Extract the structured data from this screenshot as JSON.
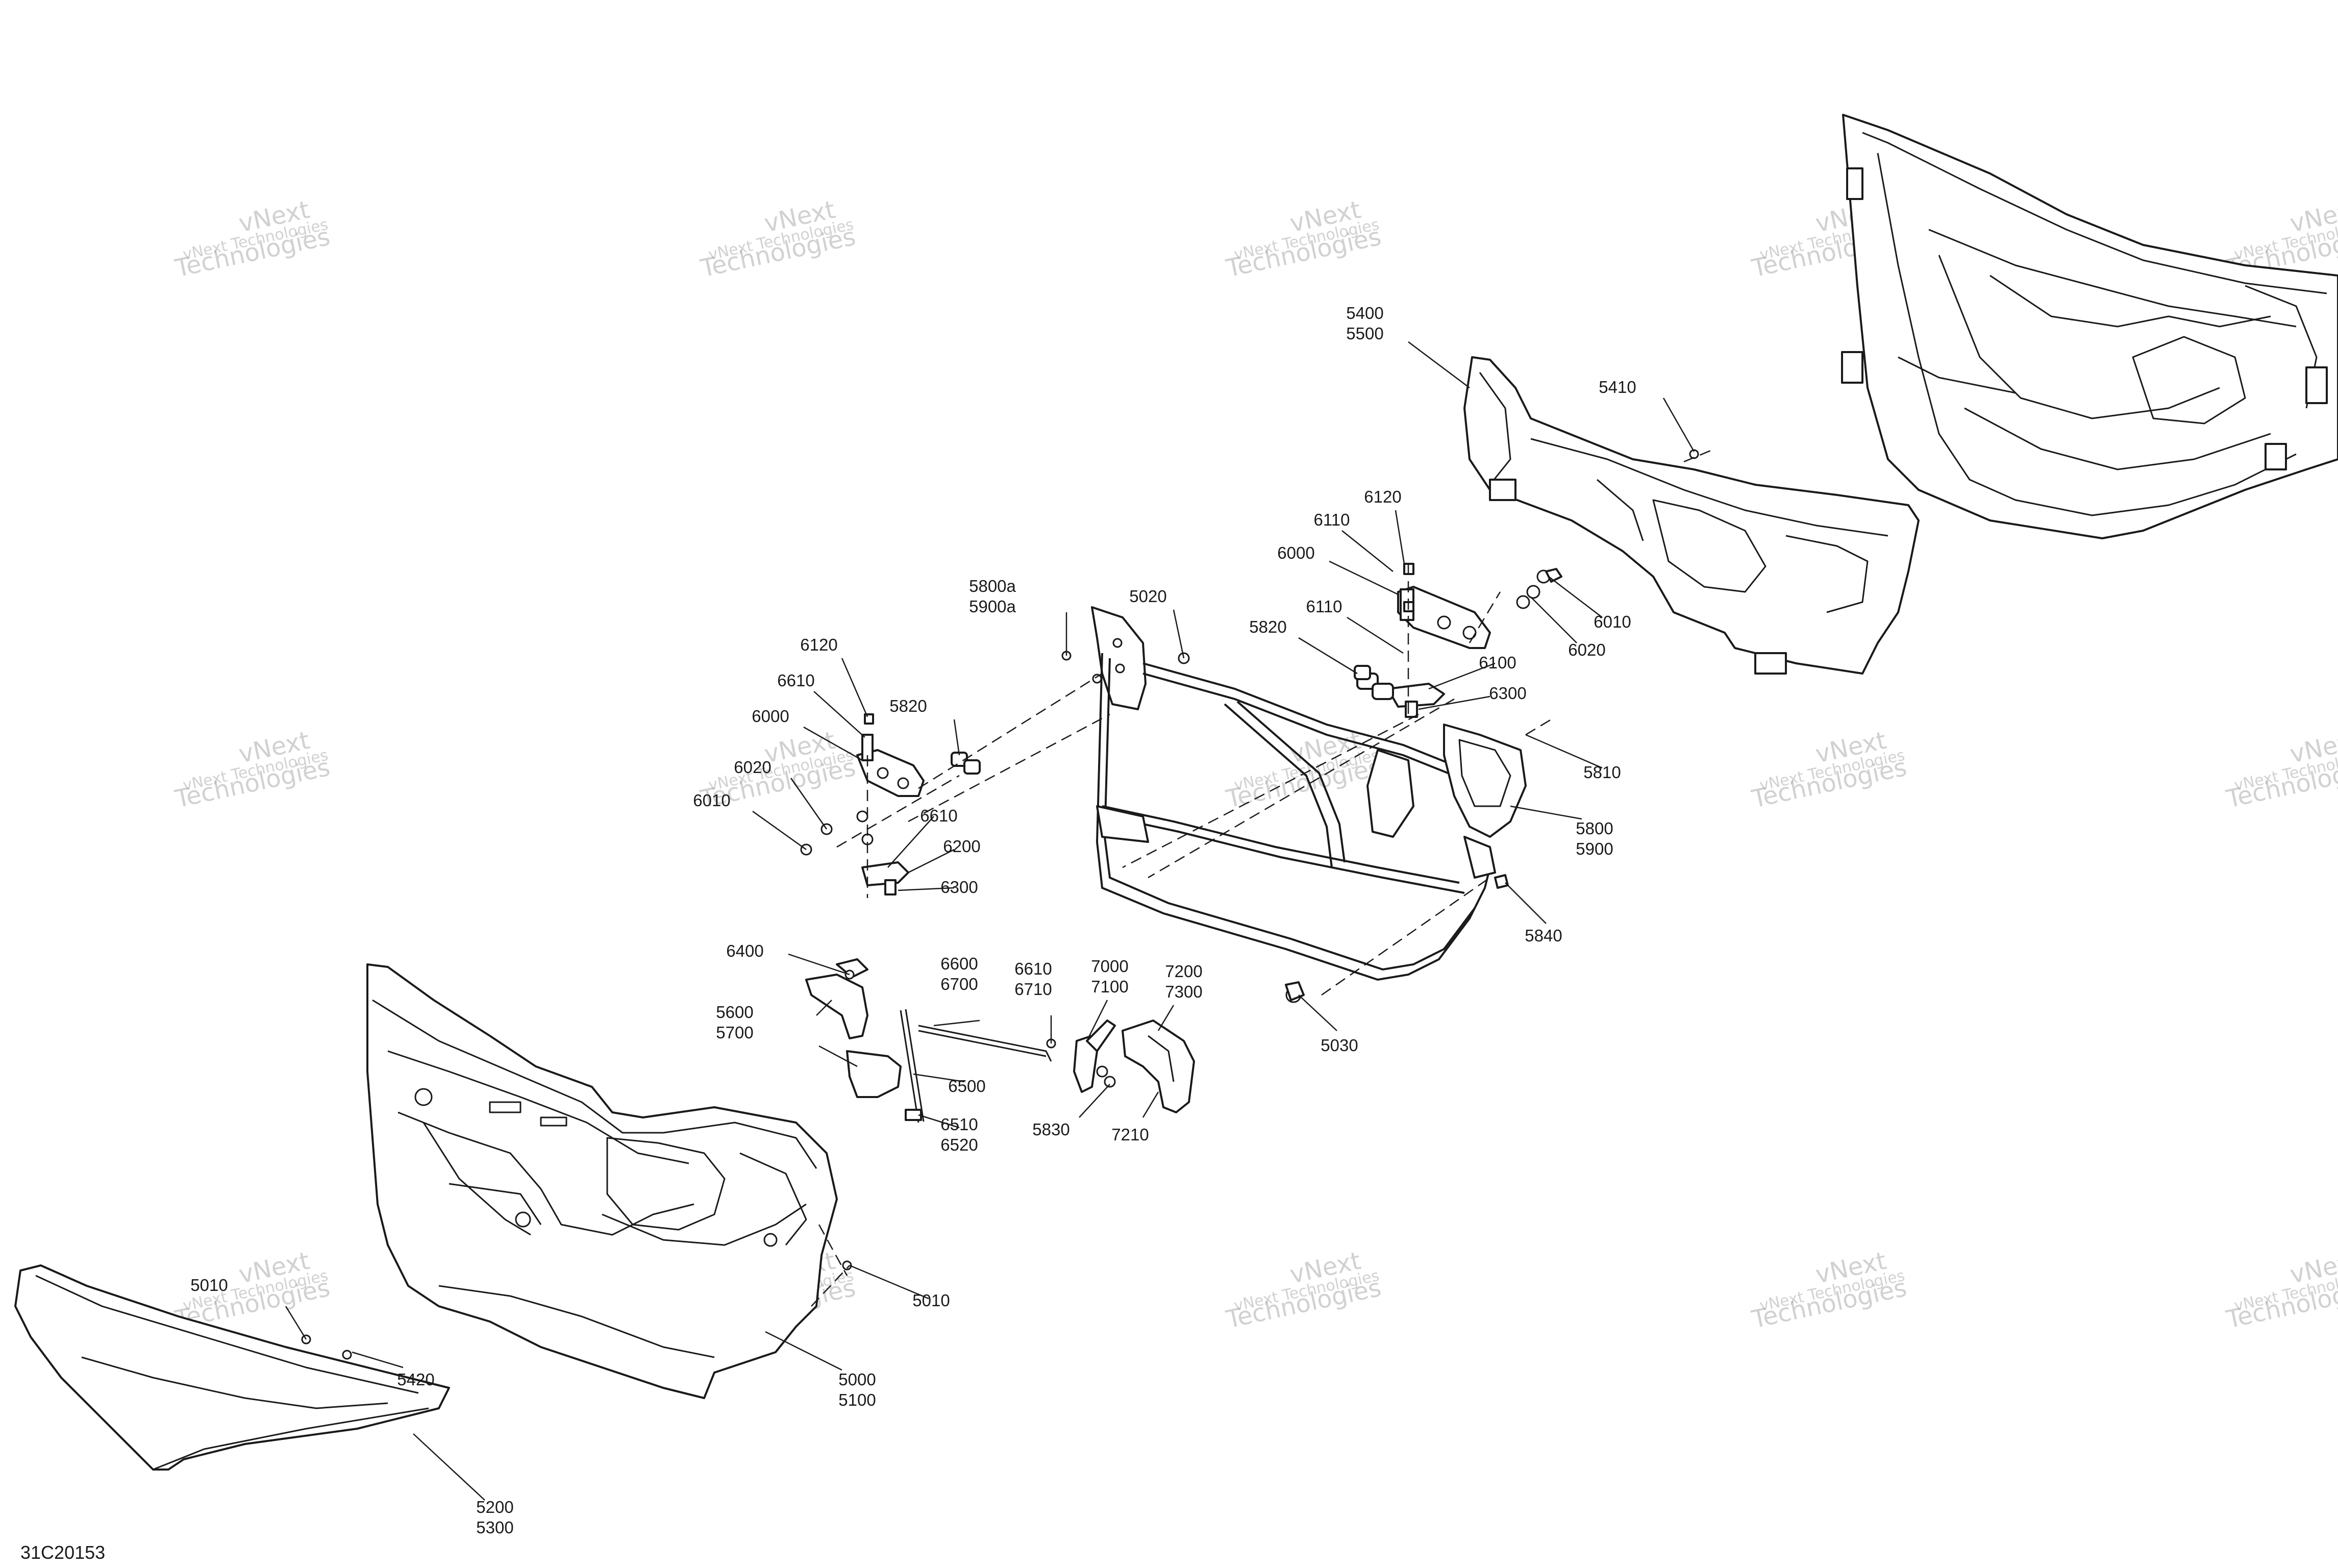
{
  "document": {
    "id": "31C20153"
  },
  "watermark": {
    "line1": "vNext Technologies",
    "line2": "vNext\nTechnologies"
  },
  "callouts": [
    {
      "key": "5400_5500",
      "lines": [
        "5400",
        "5500"
      ]
    },
    {
      "key": "5410",
      "lines": [
        "5410"
      ]
    },
    {
      "key": "6120_r",
      "lines": [
        "6120"
      ]
    },
    {
      "key": "6110_r1",
      "lines": [
        "6110"
      ]
    },
    {
      "key": "6000_r",
      "lines": [
        "6000"
      ]
    },
    {
      "key": "6010_r",
      "lines": [
        "6010"
      ]
    },
    {
      "key": "6020_r",
      "lines": [
        "6020"
      ]
    },
    {
      "key": "6110_r2",
      "lines": [
        "6110"
      ]
    },
    {
      "key": "5820_r",
      "lines": [
        "5820"
      ]
    },
    {
      "key": "6100",
      "lines": [
        "6100"
      ]
    },
    {
      "key": "6300_r",
      "lines": [
        "6300"
      ]
    },
    {
      "key": "5800a_5900a",
      "lines": [
        "5800a",
        "5900a"
      ]
    },
    {
      "key": "5020",
      "lines": [
        "5020"
      ]
    },
    {
      "key": "5810",
      "lines": [
        "5810"
      ]
    },
    {
      "key": "5800_5900",
      "lines": [
        "5800",
        "5900"
      ]
    },
    {
      "key": "5840",
      "lines": [
        "5840"
      ]
    },
    {
      "key": "5030",
      "lines": [
        "5030"
      ]
    },
    {
      "key": "6120_l",
      "lines": [
        "6120"
      ]
    },
    {
      "key": "6610_l1",
      "lines": [
        "6610"
      ]
    },
    {
      "key": "6000_l",
      "lines": [
        "6000"
      ]
    },
    {
      "key": "6020_l",
      "lines": [
        "6020"
      ]
    },
    {
      "key": "6010_l",
      "lines": [
        "6010"
      ]
    },
    {
      "key": "5820_l",
      "lines": [
        "5820"
      ]
    },
    {
      "key": "6610_l2",
      "lines": [
        "6610"
      ]
    },
    {
      "key": "6200",
      "lines": [
        "6200"
      ]
    },
    {
      "key": "6300_l",
      "lines": [
        "6300"
      ]
    },
    {
      "key": "6400",
      "lines": [
        "6400"
      ]
    },
    {
      "key": "5600_5700",
      "lines": [
        "5600",
        "5700"
      ]
    },
    {
      "key": "6600_6700",
      "lines": [
        "6600",
        "6700"
      ]
    },
    {
      "key": "6610_6710",
      "lines": [
        "6610",
        "6710"
      ]
    },
    {
      "key": "7000_7100",
      "lines": [
        "7000",
        "7100"
      ]
    },
    {
      "key": "7200_7300",
      "lines": [
        "7200",
        "7300"
      ]
    },
    {
      "key": "6500",
      "lines": [
        "6500"
      ]
    },
    {
      "key": "6510_6520",
      "lines": [
        "6510",
        "6520"
      ]
    },
    {
      "key": "5830",
      "lines": [
        "5830"
      ]
    },
    {
      "key": "7210",
      "lines": [
        "7210"
      ]
    },
    {
      "key": "5010_r",
      "lines": [
        "5010"
      ]
    },
    {
      "key": "5010_l",
      "lines": [
        "5010"
      ]
    },
    {
      "key": "5420",
      "lines": [
        "5420"
      ]
    },
    {
      "key": "5000_5100",
      "lines": [
        "5000",
        "5100"
      ]
    },
    {
      "key": "5200_5300",
      "lines": [
        "5200",
        "5300"
      ]
    }
  ]
}
